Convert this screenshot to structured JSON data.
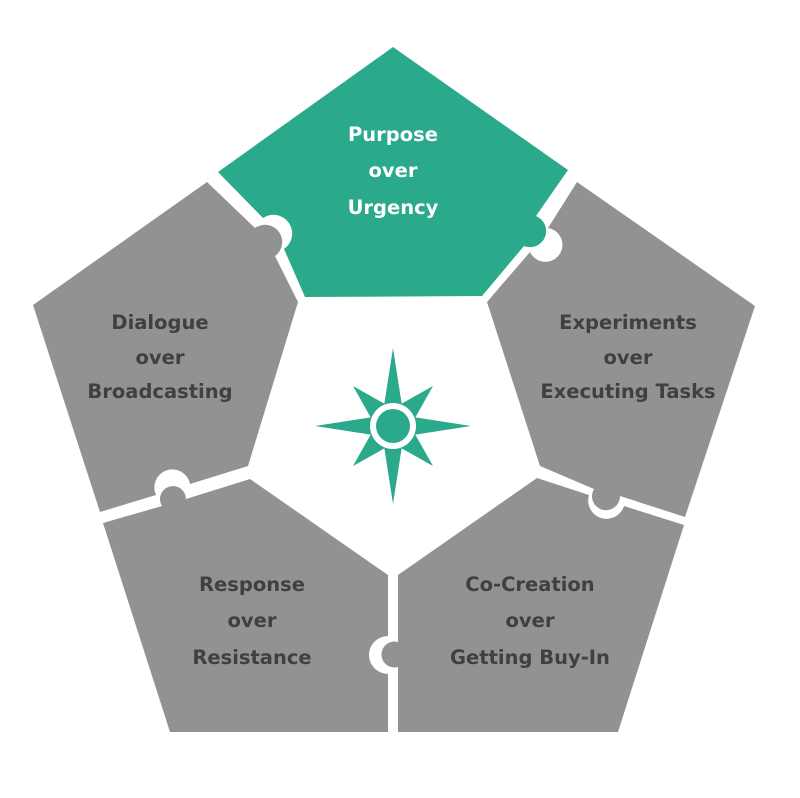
{
  "diagram": {
    "type": "puzzle-pentagon",
    "colors": {
      "highlight": "#2aa98b",
      "piece": "#929292",
      "piece_text": "#404040",
      "highlight_text": "#ffffff",
      "background": "#ffffff"
    },
    "center_icon": "compass-star-icon",
    "pieces": [
      {
        "id": "top",
        "highlighted": true,
        "lines": [
          "Purpose",
          "over",
          "Urgency"
        ]
      },
      {
        "id": "right",
        "highlighted": false,
        "lines": [
          "Experiments",
          "over",
          "Executing Tasks"
        ]
      },
      {
        "id": "bottom-right",
        "highlighted": false,
        "lines": [
          "Co-Creation",
          "over",
          "Getting Buy-In"
        ]
      },
      {
        "id": "bottom-left",
        "highlighted": false,
        "lines": [
          "Response",
          "over",
          "Resistance"
        ]
      },
      {
        "id": "left",
        "highlighted": false,
        "lines": [
          "Dialogue",
          "over",
          "Broadcasting"
        ]
      }
    ]
  }
}
